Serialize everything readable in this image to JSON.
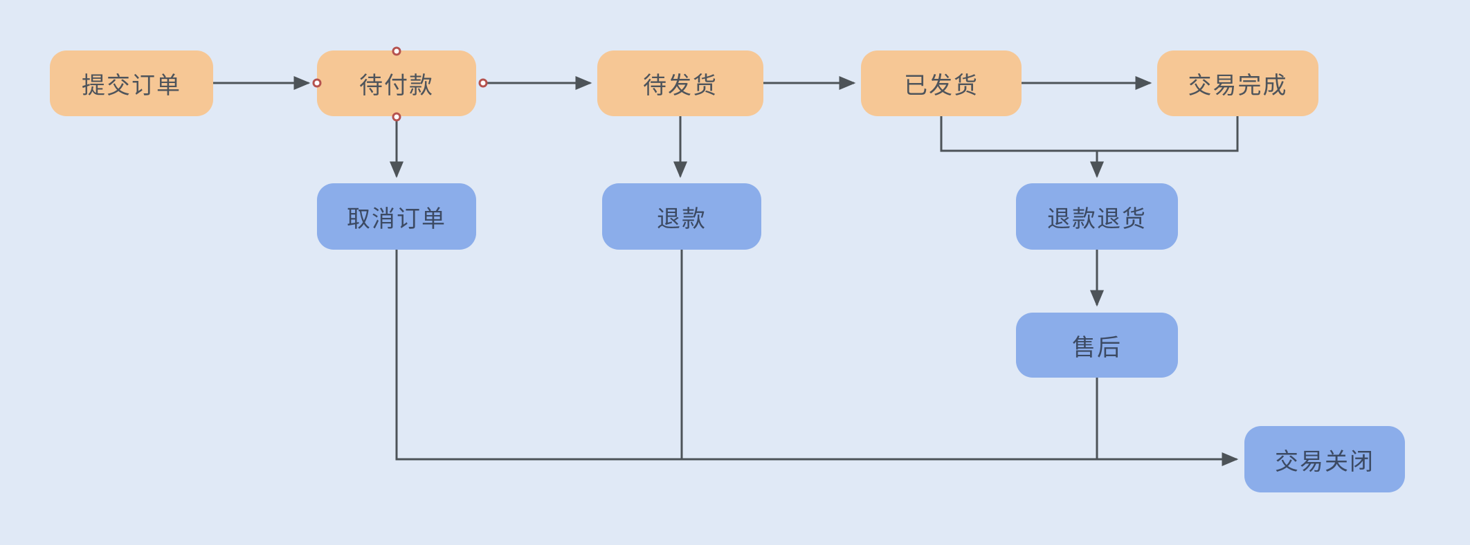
{
  "diagram": {
    "kind": "flowchart",
    "background_color": "#e0e9f6",
    "connector_color": "#4d5358",
    "state_node": {
      "fill": "#f6c795",
      "text_color": "#4e545b"
    },
    "action_node": {
      "fill": "#8badea",
      "text_color": "#3c4a63"
    },
    "anchor_handle": {
      "fill": "#ffffff",
      "border_color": "#b5524e"
    },
    "nodes": [
      {
        "id": "submit-order",
        "label": "提交订单",
        "kind": "state"
      },
      {
        "id": "pending-payment",
        "label": "待付款",
        "kind": "state",
        "has_anchor_handles": true
      },
      {
        "id": "pending-shipment",
        "label": "待发货",
        "kind": "state"
      },
      {
        "id": "shipped",
        "label": "已发货",
        "kind": "state"
      },
      {
        "id": "transaction-complete",
        "label": "交易完成",
        "kind": "state"
      },
      {
        "id": "cancel-order",
        "label": "取消订单",
        "kind": "action"
      },
      {
        "id": "refund",
        "label": "退款",
        "kind": "action"
      },
      {
        "id": "refund-return",
        "label": "退款退货",
        "kind": "action"
      },
      {
        "id": "after-sales",
        "label": "售后",
        "kind": "action"
      },
      {
        "id": "transaction-closed",
        "label": "交易关闭",
        "kind": "action"
      }
    ],
    "edges": [
      {
        "from": "提交订单",
        "to": "待付款"
      },
      {
        "from": "待付款",
        "to": "待发货"
      },
      {
        "from": "待发货",
        "to": "已发货"
      },
      {
        "from": "已发货",
        "to": "交易完成"
      },
      {
        "from": "待付款",
        "to": "取消订单"
      },
      {
        "from": "待发货",
        "to": "退款"
      },
      {
        "from": "已发货",
        "to": "退款退货"
      },
      {
        "from": "交易完成",
        "to": "退款退货"
      },
      {
        "from": "退款退货",
        "to": "售后"
      },
      {
        "from": "取消订单",
        "to": "交易关闭"
      },
      {
        "from": "退款",
        "to": "交易关闭"
      },
      {
        "from": "售后",
        "to": "交易关闭"
      }
    ]
  }
}
